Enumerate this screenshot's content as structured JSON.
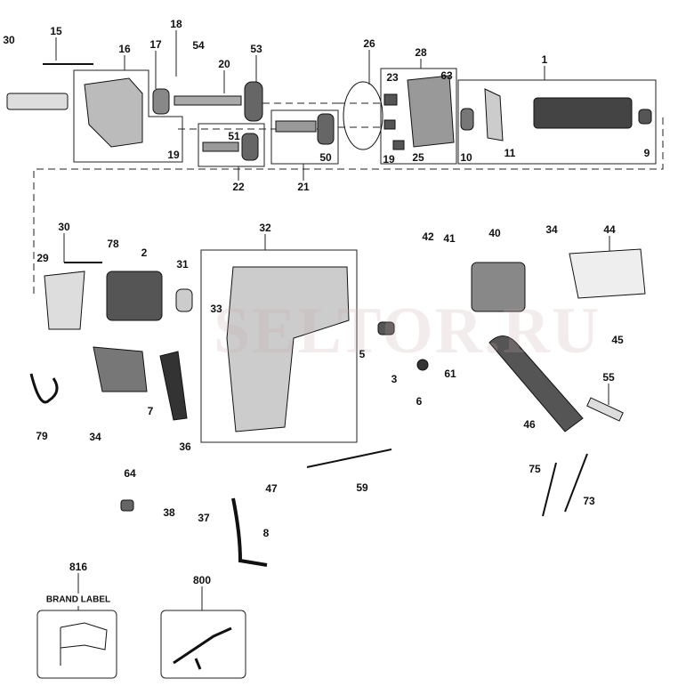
{
  "watermark": "SELTOR.RU",
  "labels": {
    "p30a": "30",
    "p15": "15",
    "p18": "18",
    "p16": "16",
    "p17": "17",
    "p54": "54",
    "p20": "20",
    "p53": "53",
    "p26": "26",
    "p28": "28",
    "p23": "23",
    "p63": "63",
    "p1": "1",
    "p19a": "19",
    "p51": "51",
    "p50": "50",
    "p22": "22",
    "p21": "21",
    "p19b": "19",
    "p25": "25",
    "p10": "10",
    "p11": "11",
    "p9": "9",
    "p32": "32",
    "p30b": "30",
    "p78": "78",
    "p2": "2",
    "p29": "29",
    "p31": "31",
    "p33": "33",
    "p42": "42",
    "p41": "41",
    "p40": "40",
    "p34a": "34",
    "p44": "44",
    "p45": "45",
    "p5": "5",
    "p3": "3",
    "p6": "6",
    "p61": "61",
    "p55": "55",
    "p46": "46",
    "p79": "79",
    "p34b": "34",
    "p7": "7",
    "p36": "36",
    "p64": "64",
    "p38": "38",
    "p37": "37",
    "p47": "47",
    "p59": "59",
    "p75": "75",
    "p73": "73",
    "p8": "8",
    "p816": "816",
    "brand_label": "BRAND LABEL",
    "p800": "800"
  }
}
